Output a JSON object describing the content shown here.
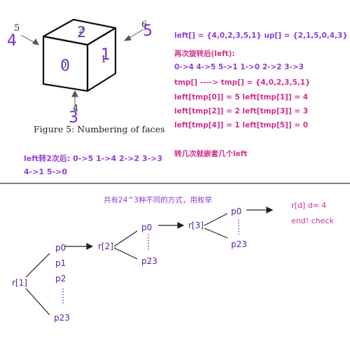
{
  "cube_figure": {
    "caption": "Figure 5: Numbering of faces",
    "printed_face_numbers": [
      "2",
      "0",
      "1",
      "5",
      "6",
      "4"
    ],
    "handwritten_labels": [
      "4",
      "5",
      "2",
      "0",
      "1",
      "3"
    ]
  },
  "notes_right": [
    "left[] = {4,0,2,3,5,1}  up[] = {2,1,5,0,4,3}",
    "再次旋转后(left):",
    "0->4  4->5  5->1  1->0  2->2  3->3",
    "tmp[] ----> tmp[] = {4,0,2,3,5,1}",
    "left[tmp[0]] = 5  left[tmp[1]] = 4",
    "left[tmp[2]] = 2  left[tmp[3]] = 3",
    "left[tmp[4]] = 1  left[tmp[5]] = 0"
  ],
  "notes_left": {
    "line1": "left转2次后:  0->5  1->4  2->2  3->3",
    "line2": "4->1  5->0"
  },
  "note_nesting": "转几次就嵌套几个left",
  "enum_heading": "共有24^3种不同的方式，用枚举",
  "tree": {
    "root1": "r[1]",
    "level1": [
      "p0",
      "p1",
      "p2",
      "p23"
    ],
    "root2": "r[2]",
    "level2": [
      "p0",
      "p23"
    ],
    "root3": "r[3]",
    "level3": [
      "p0",
      "p23"
    ],
    "result_line": "r[d]   d= 4",
    "end_note": "end! check"
  }
}
